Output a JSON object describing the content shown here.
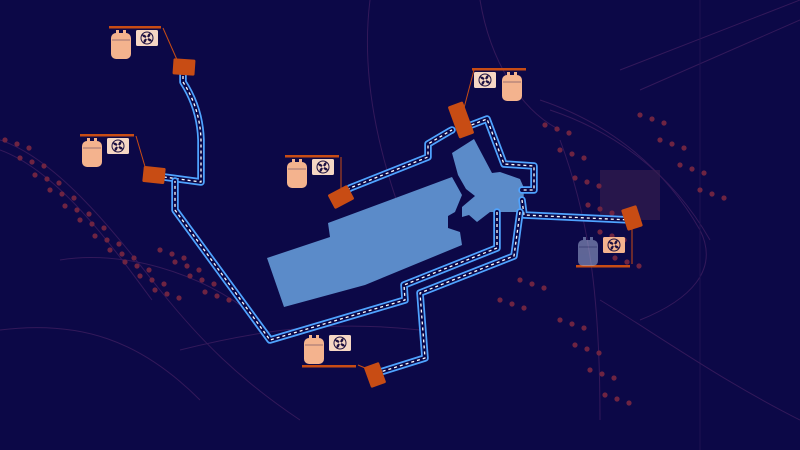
{
  "colors": {
    "background": "#0c0847",
    "map_lines": "#3a1a5c",
    "map_dots": "#8a2c48",
    "building": "#5b8bc9",
    "pipe_outer": "#4fa3ff",
    "pipe_inner": "#ffffff",
    "outlet_box": "#c84c14",
    "tank": "#f4b38e",
    "tank_dim": "#a3b2d8",
    "fan_box": "#f6d7c4",
    "fan_icon": "#1c1040",
    "station_bar": "#c84c14"
  },
  "stations": [
    {
      "id": "station-north-west",
      "tank_icon": "tank-icon",
      "fan_icon": "fan-icon",
      "dimmed": false
    },
    {
      "id": "station-west",
      "tank_icon": "tank-icon",
      "fan_icon": "fan-icon",
      "dimmed": false
    },
    {
      "id": "station-center",
      "tank_icon": "tank-icon",
      "fan_icon": "fan-icon",
      "dimmed": false
    },
    {
      "id": "station-north-east",
      "tank_icon": "tank-icon",
      "fan_icon": "fan-icon",
      "dimmed": false
    },
    {
      "id": "station-east",
      "tank_icon": "tank-icon",
      "fan_icon": "fan-icon",
      "dimmed": true
    },
    {
      "id": "station-south",
      "tank_icon": "tank-icon",
      "fan_icon": "fan-icon",
      "dimmed": false
    }
  ]
}
